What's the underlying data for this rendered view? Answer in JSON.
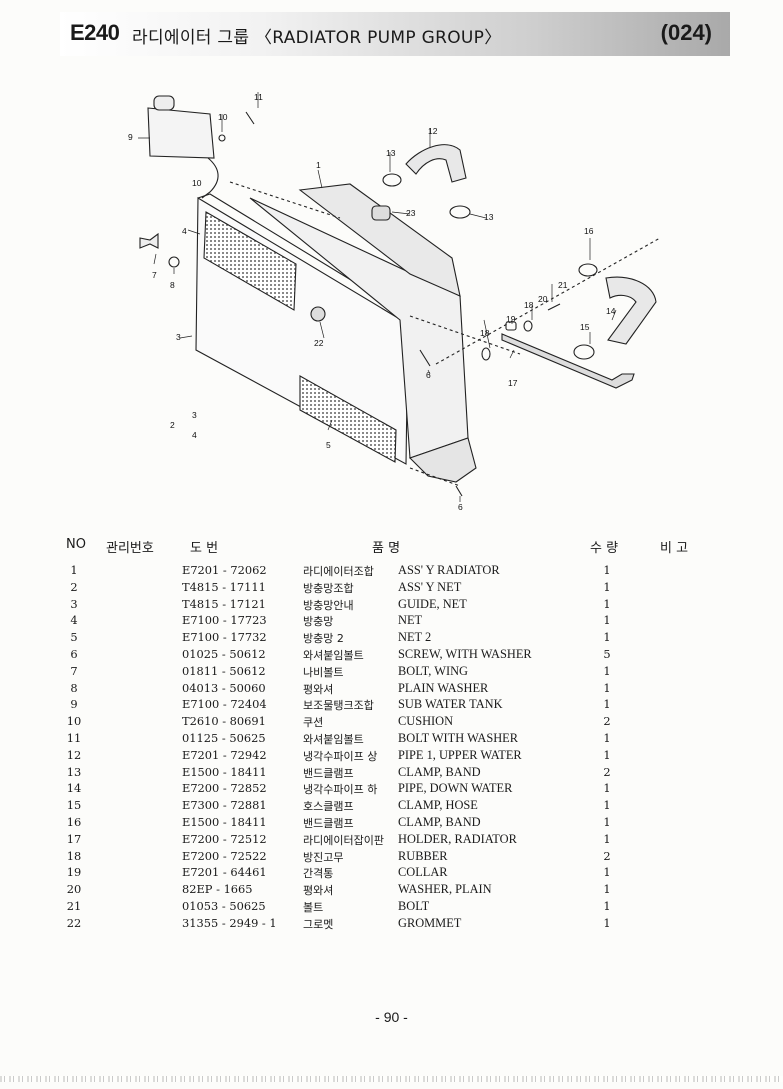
{
  "header": {
    "code": "E240",
    "title": "라디에이터 그룹 〈RADIATOR PUMP GROUP〉",
    "page_code": "(024)"
  },
  "diagram": {
    "callouts": [
      "1",
      "2",
      "3",
      "4",
      "5",
      "6",
      "7",
      "8",
      "9",
      "10",
      "11",
      "12",
      "13",
      "14",
      "15",
      "16",
      "17",
      "18",
      "19",
      "20",
      "21",
      "22",
      "23"
    ]
  },
  "table": {
    "headers": {
      "no": "NO",
      "part_no": "관리번호",
      "drawing": "도      번",
      "name": "품      명",
      "qty": "수  량",
      "remark": "비   고"
    },
    "rows": [
      {
        "no": "1",
        "code": "E7201 - 72062",
        "kr": "라디에이터조합",
        "en": "ASS' Y RADIATOR",
        "qty": "1"
      },
      {
        "no": "2",
        "code": "T4815 - 17111",
        "kr": "방충망조합",
        "en": "ASS' Y NET",
        "qty": "1"
      },
      {
        "no": "3",
        "code": "T4815 - 17121",
        "kr": "방충망안내",
        "en": "GUIDE, NET",
        "qty": "1"
      },
      {
        "no": "4",
        "code": "E7100 - 17723",
        "kr": "방충망",
        "en": "NET",
        "qty": "1"
      },
      {
        "no": "5",
        "code": "E7100 - 17732",
        "kr": "방충망 2",
        "en": "NET 2",
        "qty": "1"
      },
      {
        "no": "6",
        "code": "01025 - 50612",
        "kr": "와셔붙임볼트",
        "en": "SCREW, WITH WASHER",
        "qty": "5"
      },
      {
        "no": "7",
        "code": "01811 - 50612",
        "kr": "나비볼트",
        "en": "BOLT, WING",
        "qty": "1"
      },
      {
        "no": "8",
        "code": "04013 - 50060",
        "kr": "평와셔",
        "en": "PLAIN WASHER",
        "qty": "1"
      },
      {
        "no": "9",
        "code": "E7100 - 72404",
        "kr": "보조물탱크조합",
        "en": "SUB WATER TANK",
        "qty": "1"
      },
      {
        "no": "10",
        "code": "T2610 - 80691",
        "kr": "쿠션",
        "en": "CUSHION",
        "qty": "2"
      },
      {
        "no": "11",
        "code": "01125 - 50625",
        "kr": "와셔붙임볼트",
        "en": "BOLT WITH WASHER",
        "qty": "1"
      },
      {
        "no": "12",
        "code": "E7201 - 72942",
        "kr": "냉각수파이프 상",
        "en": "PIPE 1, UPPER WATER",
        "qty": "1"
      },
      {
        "no": "13",
        "code": "E1500 - 18411",
        "kr": "밴드클램프",
        "en": "CLAMP, BAND",
        "qty": "2"
      },
      {
        "no": "14",
        "code": "E7200 - 72852",
        "kr": "냉각수파이프 하",
        "en": "PIPE, DOWN WATER",
        "qty": "1"
      },
      {
        "no": "15",
        "code": "E7300 - 72881",
        "kr": "호스클램프",
        "en": "CLAMP, HOSE",
        "qty": "1"
      },
      {
        "no": "16",
        "code": "E1500 - 18411",
        "kr": "밴드클램프",
        "en": "CLAMP, BAND",
        "qty": "1"
      },
      {
        "no": "17",
        "code": "E7200 - 72512",
        "kr": "라디에이터잡이판",
        "en": "HOLDER, RADIATOR",
        "qty": "1"
      },
      {
        "no": "18",
        "code": "E7200 - 72522",
        "kr": "방진고무",
        "en": "RUBBER",
        "qty": "2"
      },
      {
        "no": "19",
        "code": "E7201 - 64461",
        "kr": "간격통",
        "en": "COLLAR",
        "qty": "1"
      },
      {
        "no": "20",
        "code": "82EP - 1665",
        "kr": "평와셔",
        "en": "WASHER, PLAIN",
        "qty": "1"
      },
      {
        "no": "21",
        "code": "01053 - 50625",
        "kr": "볼트",
        "en": "BOLT",
        "qty": "1"
      },
      {
        "no": "22",
        "code": "31355 - 2949 - 1",
        "kr": "그로멧",
        "en": "GROMMET",
        "qty": "1"
      }
    ]
  },
  "footer": {
    "page": "- 90 -"
  }
}
